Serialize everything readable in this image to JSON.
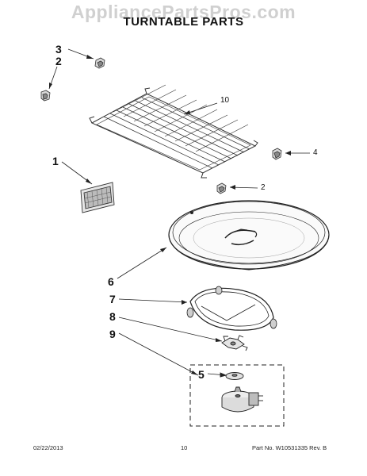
{
  "watermark": "AppliancePartsPros.com",
  "title": "TURNTABLE PARTS",
  "callouts": {
    "c3": "3",
    "c2_top": "2",
    "c10": "10",
    "c4": "4",
    "c1": "1",
    "c2_mid": "2",
    "c6": "6",
    "c7": "7",
    "c8": "8",
    "c9": "9",
    "c5": "5"
  },
  "footer": {
    "date": "02/22/2013",
    "page": "10",
    "part_number": "Part No. W10531335  Rev. B"
  }
}
